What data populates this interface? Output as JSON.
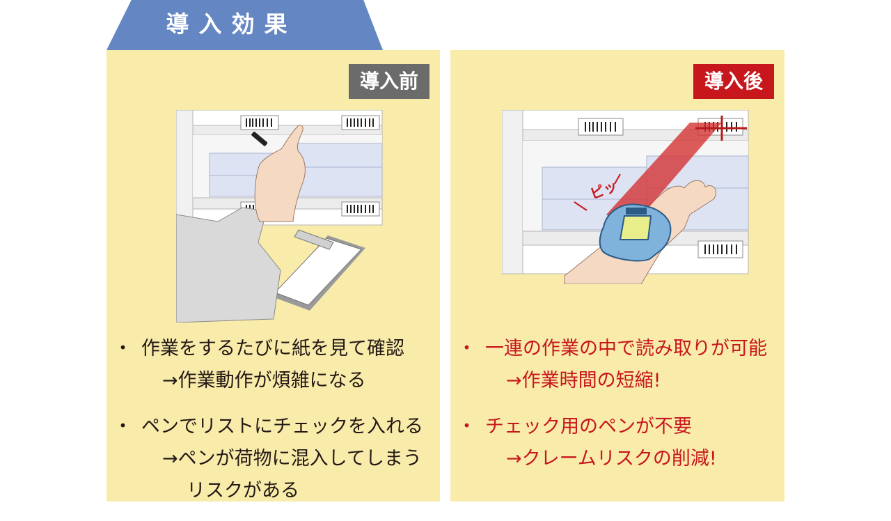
{
  "header": {
    "title": "導入効果"
  },
  "before": {
    "tag": "導入前",
    "bullet": "・",
    "points": [
      {
        "text": "作業をするたびに紙を見て確認",
        "result": "→作業動作が煩雑になる",
        "result2": ""
      },
      {
        "text": "ペンでリストにチェックを入れる",
        "result": "→ペンが荷物に混入してしまう",
        "result2": "リスクがある"
      }
    ]
  },
  "after": {
    "tag": "導入後",
    "bullet": "・",
    "beep": "ピッ",
    "points": [
      {
        "text": "一連の作業の中で読み取りが可能",
        "result": "→作業時間の短縮!"
      },
      {
        "text": "チェック用のペンが不要",
        "result": "→クレームリスクの削減!"
      }
    ]
  },
  "colors": {
    "tab": "#6487c3",
    "panel": "#f9ecab",
    "before_tag": "#6b6b6b",
    "after_tag": "#c8161d",
    "after_text": "#c8161d",
    "laser": "#d32f2f",
    "scanner": "#7fb3dc"
  },
  "icons": {
    "before_illustration": "pointing-hand-clipboard-pen",
    "after_illustration": "wrist-barcode-scanner-laser"
  }
}
